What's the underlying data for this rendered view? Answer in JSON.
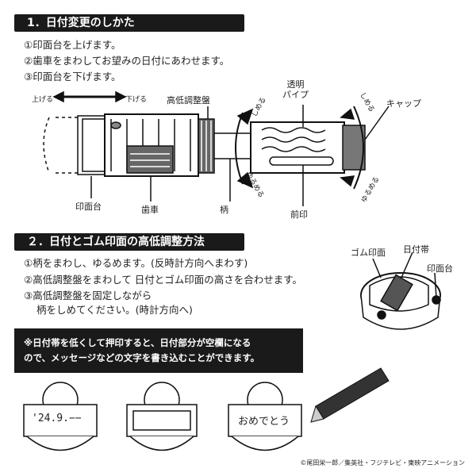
{
  "section1": {
    "title": "1．日付変更のしかた",
    "steps": [
      "①印面台を上げます。",
      "②歯車をまわしてお望みの日付にあわせます。",
      "③印面台を下げます。"
    ]
  },
  "diagram1": {
    "up": "上げる",
    "down": "下げる",
    "height_dial": "高低調整盤",
    "clear_pipe": "透明\nパイプ",
    "cap": "キャップ",
    "tighten": "しめる",
    "loosen": "ゆるめる",
    "stamp_base": "印面台",
    "gear": "歯車",
    "handle": "柄",
    "front_stamp": "前印"
  },
  "section2": {
    "title": "２．日付とゴム印面の高低調整方法",
    "steps": [
      "①柄をまわし、ゆるめます。(反時計方向へまわす)",
      "②高低調整盤をまわして 日付とゴム印面の高さを合わせます。",
      "③高低調整盤を固定しながら",
      "柄をしめてください。(時計方向へ)"
    ]
  },
  "diagram2": {
    "rubber_face": "ゴム印面",
    "date_band": "日付帯",
    "stamp_base": "印面台"
  },
  "note": {
    "line1": "※日付帯を低くして押印すると、日付部分が空欄になる",
    "line2": "ので、メッセージなどの文字を書き込むことができます。"
  },
  "stamps": {
    "date": "'24.9.−−",
    "message": "おめでとう"
  },
  "copyright": "©尾田栄一郎／集英社・フジテレビ・東映アニメーション"
}
